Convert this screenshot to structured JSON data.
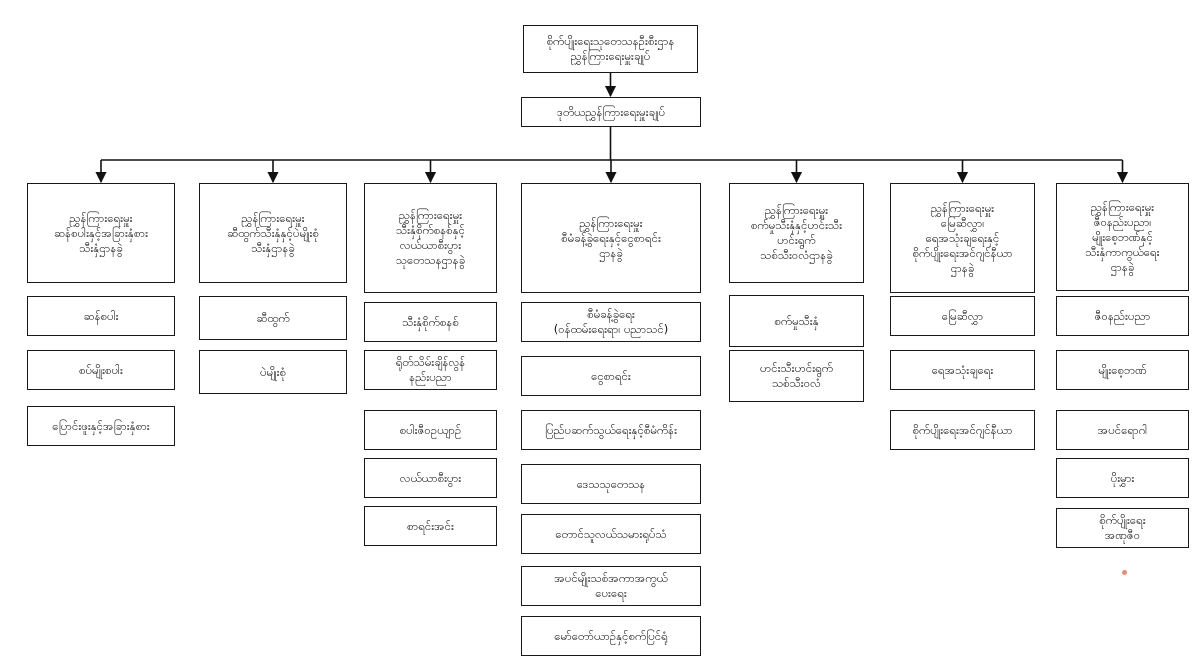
{
  "top_node": "စိုက်ပျိုးရေးသုတေသနဦးစီးဌာန\nညွှန်ကြားရေးမှူးချုပ်",
  "second_node": "ဒုတိယညွှန်ကြားရေးမှူးချုပ်",
  "divisions": [
    {
      "head": "ညွှန်ကြားရေးမှူး\nဆန်စပါးနှင့်အခြားနှံစား\nသီးနှံဌာနခွဲ",
      "units": [
        "ဆန်စပါး",
        "စပ်မျိုးစပါး",
        "ပြောင်းဖူးနှင့်အခြားနှံစား"
      ]
    },
    {
      "head": "ညွှန်ကြားရေးမှူး\nဆီထွက်သီးနှံနှင့်ပဲမျိုးစုံ\nသီးနှံဌာနခွဲ",
      "units": [
        "ဆီထွက်",
        "ပဲမျိုးစုံ"
      ]
    },
    {
      "head": "ညွှန်ကြားရေးမှူး\nသီးနှံစိုက်စနစ်နှင့်\nလယ်ယာစီးပွား\nသုတေသနဌာနခွဲ",
      "units": [
        "သီးနှံစိုက်စနစ်",
        "ရိုတ်သိမ်းချိန်လွန်\nနည်းပညာ",
        "စပါးဇီဝဥယျာဉ်",
        "လယ်ယာစီးပွား",
        "စာရင်းအင်း"
      ]
    },
    {
      "head": "ညွှန်ကြားရေးမှူး\nစီမံခန့်ခွဲရေးနှင့်ငွေစာရင်း\nဌာနခွဲ",
      "units": [
        "စီမံခန့်ခွဲရေး\n(ဝန်ထမ်းရေးရာ၊ ပညာသင်)",
        "ငွေစာရင်း",
        "ပြည်ပဆက်သွယ်ရေးနှင့်စီမံကိန်း",
        "ဒေသသုတေသန",
        "တောင်သူလယ်သမားရုပ်သံ",
        "အပင်မျိုးသစ်အကာအကွယ်\nပေးရေး",
        "မော်တော်ယာဉ်နှင့်စက်ပြင်ရုံ"
      ]
    },
    {
      "head": "ညွှန်ကြားရေးမှူး\nစက်မှုသီးနှံနှင့်ဟင်းသီး\nဟင်းရွက်\nသစ်သီးဝလံဌာနခွဲ",
      "units": [
        "စက်မှုသီးနှံ",
        "ဟင်းသီးဟင်းရွက်\nသစ်သီးဝလံ"
      ]
    },
    {
      "head": "ညွှန်ကြားရေးမှူး\nမြေဆီလွှာ၊\nရေအသုံးချရေးနှင့်\nစိုက်ပျိုးရေးအင်ဂျင်နီယာ\nဌာနခွဲ",
      "units": [
        "မြေဆီလွှာ",
        "ရေအသုံးချရေး",
        "စိုက်ပျိုးရေးအင်ဂျင်နီယာ"
      ]
    },
    {
      "head": "ညွှန်ကြားရေးမှူး\nဇီဝနည်းပညာ၊\nမျိုးစေ့ဘဏ်နှင့်\nသီးနှံကာကွယ်ရေး\nဌာနခွဲ",
      "units": [
        "ဇီဝနည်းပညာ",
        "မျိုးစေ့ဘဏ်",
        "အပင်ရောဂါ",
        "ပိုးမွှား",
        "စိုက်ပျိုးရေး\nအဏုဇီဝ"
      ]
    }
  ]
}
